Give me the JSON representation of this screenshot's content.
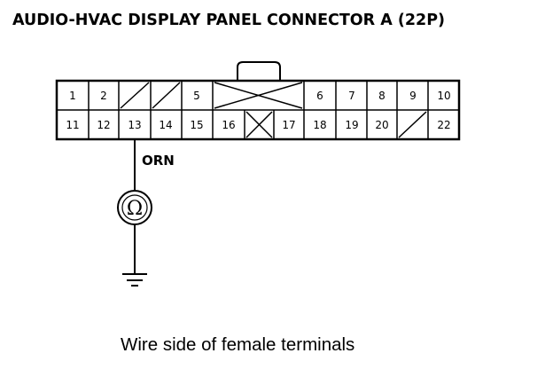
{
  "title": "AUDIO-HVAC DISPLAY PANEL CONNECTOR A (22P)",
  "caption": "Wire side of female terminals",
  "wire_color_label": "ORN",
  "meter_symbol": "Ω",
  "connector": {
    "pin_count": 22,
    "top_row": [
      "1",
      "2",
      "",
      "",
      "5",
      "",
      "",
      "6",
      "7",
      "8",
      "9",
      "10"
    ],
    "bottom_row": [
      "11",
      "12",
      "13",
      "14",
      "15",
      "16",
      "",
      "17",
      "18",
      "19",
      "20",
      "",
      "22"
    ]
  },
  "probe_pin": "13"
}
